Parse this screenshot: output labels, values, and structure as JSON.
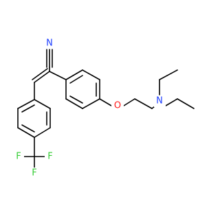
{
  "molecule": {
    "atoms": {
      "nitrile_n": {
        "symbol": "N",
        "color": "#1f3fff"
      },
      "ether_o": {
        "symbol": "O",
        "color": "#ff1a1a"
      },
      "amine_n": {
        "symbol": "N",
        "color": "#1f3fff"
      },
      "fluorine_1": {
        "symbol": "F",
        "color": "#33cc33"
      },
      "fluorine_2": {
        "symbol": "F",
        "color": "#33cc33"
      },
      "fluorine_3": {
        "symbol": "F",
        "color": "#33cc33"
      }
    },
    "bond_color": "#000000",
    "background": "#ffffff"
  }
}
